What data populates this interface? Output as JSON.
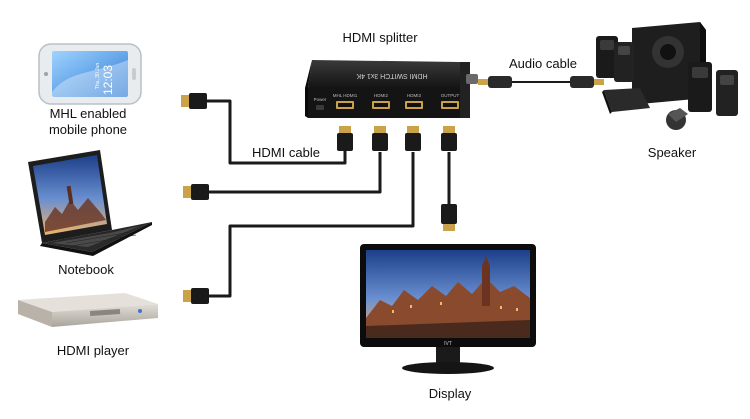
{
  "labels": {
    "phone": "MHL enabled\nmobile phone",
    "notebook": "Notebook",
    "player": "HDMI player",
    "splitter": "HDMI splitter",
    "hdmi_cable": "HDMI cable",
    "audio_cable": "Audio cable",
    "speaker": "Speaker",
    "display": "Display"
  },
  "splitter_face": {
    "ports": [
      "MHL HDMI1",
      "HDMI2",
      "HDMI3",
      "OUTPUT"
    ],
    "power": "Power",
    "title": "HDMI SWITCH 3x1 4K"
  },
  "phone_screen": {
    "time": "12:03",
    "date": "Thu, 30 Jun"
  },
  "display_brand": "IVT",
  "colors": {
    "cable": "#1a1a1a",
    "device_dark": "#1c1c1c",
    "player_body": "#c9c5be",
    "accent_blue": "#3a78c8"
  }
}
